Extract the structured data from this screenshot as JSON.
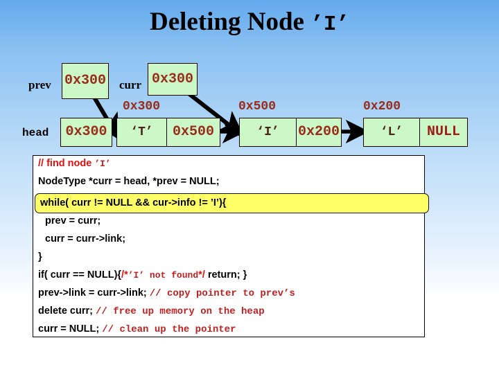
{
  "slide": {
    "title_prefix": "Deleting Node ",
    "title_target": "’I’",
    "background_top_color": "#63a9ec",
    "background_bottom_color": "#ffffff"
  },
  "diagram": {
    "node_fill_color": "#ccf7c6",
    "address_text_color": "#992b1a",
    "pointers": [
      {
        "name": "prev",
        "label": "prev",
        "value": "0x300"
      },
      {
        "name": "curr",
        "label": "curr",
        "value": "0x300"
      },
      {
        "name": "head",
        "label": "head",
        "value": "0x300"
      }
    ],
    "addresses": [
      {
        "name": "node-t-address",
        "text": "0x300"
      },
      {
        "name": "node-i-address",
        "text": "0x500"
      },
      {
        "name": "node-l-address",
        "text": "0x200"
      }
    ],
    "nodes": [
      {
        "name": "node-t",
        "info": "‘T’",
        "link": "0x500"
      },
      {
        "name": "node-i",
        "info": "‘I’",
        "link": "0x200"
      },
      {
        "name": "node-l",
        "info": "‘L’",
        "link": "NULL"
      }
    ]
  },
  "code": {
    "line1_comment": "// find node ",
    "line1_literal": "’I’",
    "line2": "NodeType *curr = head,  *prev = NULL;",
    "line3_a": "while( curr != NULL  &&  cur->info != ",
    "line3_lit": "’I’",
    "line3_b": "){",
    "line4": "prev = curr;",
    "line5": "curr = curr->link;",
    "line6": "}",
    "line7_a": "if( curr == NULL){",
    "line7_cmt": "/*",
    "line7_lit": "’I’  not found",
    "line7_cmt2": "*/",
    "line7_b": " return; }",
    "line8_a": "prev->link = curr->link; ",
    "line8_cmt": "// copy pointer to prev’s",
    "line9_a": "delete curr; ",
    "line9_cmt": "// free up memory on the heap",
    "line10_a": "curr = NULL; ",
    "line10_cmt": "// clean up the pointer",
    "highlight_color": "#ffff66",
    "comment_color": "#c02020"
  }
}
